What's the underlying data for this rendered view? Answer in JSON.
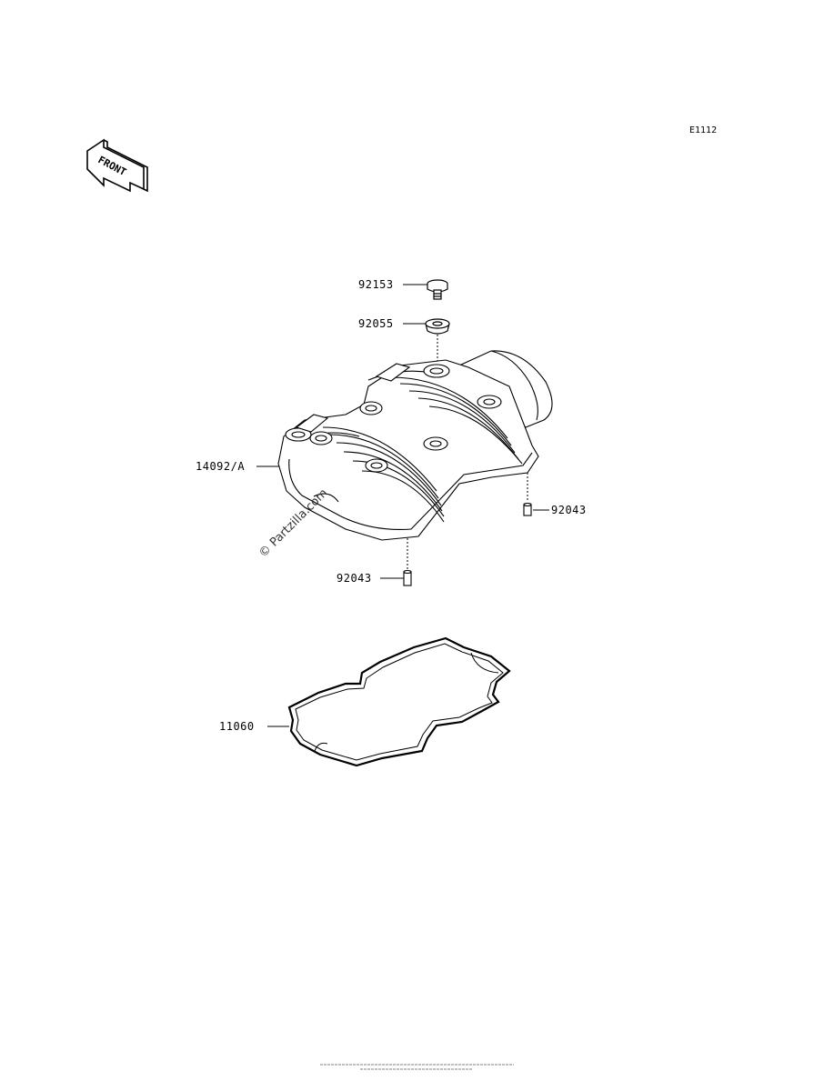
{
  "diagram_ref": "E1112",
  "front_arrow_text": "FRONT",
  "watermark": "© Partzilla.com",
  "parts": [
    {
      "id": "p92153",
      "number": "92153"
    },
    {
      "id": "p92055",
      "number": "92055"
    },
    {
      "id": "p14092",
      "number": "14092/A"
    },
    {
      "id": "p92043a",
      "number": "92043"
    },
    {
      "id": "p92043b",
      "number": "92043"
    },
    {
      "id": "p11060",
      "number": "11060"
    }
  ]
}
